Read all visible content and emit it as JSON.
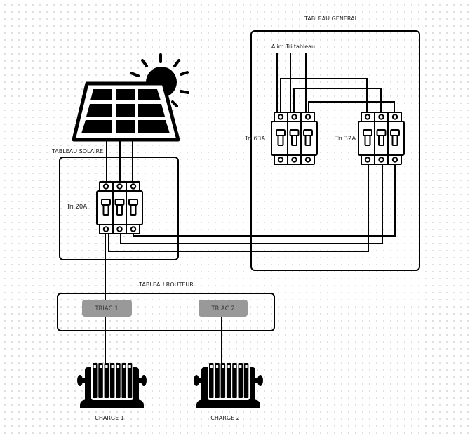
{
  "diagram": {
    "panels": {
      "general": {
        "title": "TABLEAU GENERAL",
        "feed_label": "Alim Tri tableau"
      },
      "solaire": {
        "title": "TABLEAU SOLAIRE"
      },
      "routeur": {
        "title": "TABLEAU ROUTEUR"
      }
    },
    "breakers": {
      "tri63": {
        "label": "Tri 63A",
        "poles": 3
      },
      "tri32": {
        "label": "Tri 32A",
        "poles": 3
      },
      "tri20": {
        "label": "Tri 20A",
        "poles": 3
      }
    },
    "triacs": [
      {
        "label": "TRIAC 1"
      },
      {
        "label": "TRIAC 2"
      }
    ],
    "loads": [
      {
        "label": "CHARGE 1",
        "icon": "radiator-icon"
      },
      {
        "label": "CHARGE 2",
        "icon": "radiator-icon"
      }
    ],
    "source": {
      "icon": "solar-panel-icon"
    },
    "colors": {
      "line": "#000000",
      "triac_fill": "#999999",
      "grid_dot": "#d4d4d4"
    }
  }
}
